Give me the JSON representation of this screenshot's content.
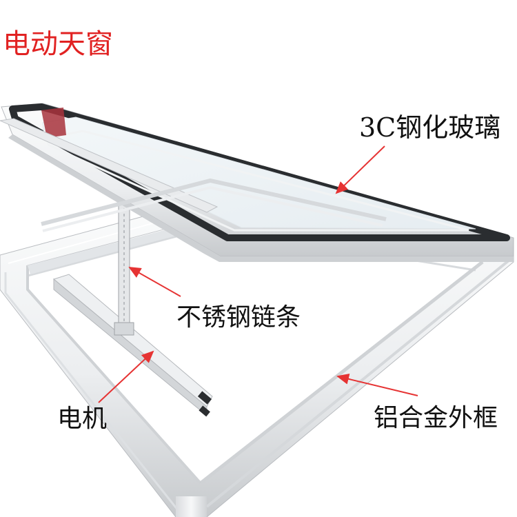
{
  "title": "电动天窗",
  "labels": {
    "glass": "3C钢化玻璃",
    "chain": "不锈钢链条",
    "motor": "电机",
    "frame": "铝合金外框"
  },
  "colors": {
    "title": "#e12222",
    "label_text": "#111111",
    "arrow": "#e63333",
    "frame_white": "#f4f5f6",
    "frame_shadow": "#c9ccd0",
    "glass_edge": "#2a2d30",
    "seal_red": "#a8323c"
  }
}
